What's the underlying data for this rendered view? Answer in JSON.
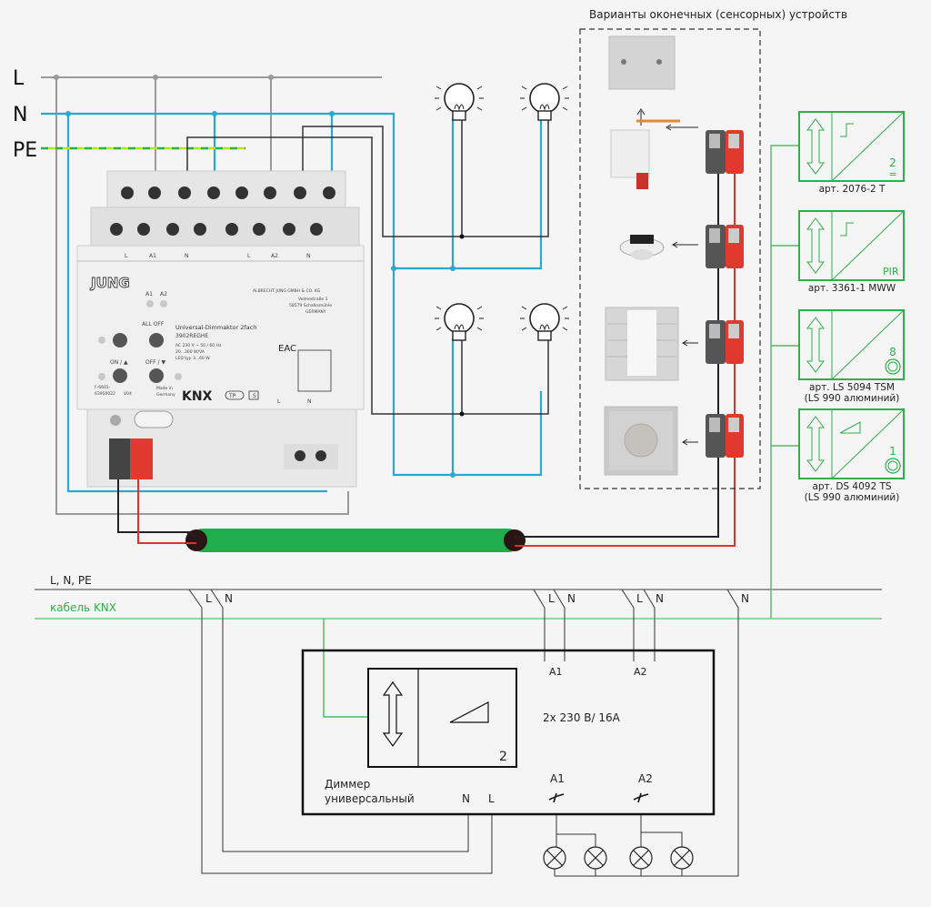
{
  "bus_labels": {
    "L": "L",
    "N": "N",
    "PE": "PE"
  },
  "devices_title": "Варианты оконечных (сенсорных) устройств",
  "actuator": {
    "brand": "JUNG",
    "terminal_labels": [
      "L",
      "A1",
      "N",
      "L",
      "A2",
      "N"
    ],
    "led_labels": [
      "A1",
      "A2"
    ],
    "manufacturer": [
      "ALBRECHT JUNG GMBH & CO. KG",
      "Volmestraße 1",
      "58579 Schalksmühle",
      "GERMANY"
    ],
    "product_name": "Universal-Dimmaktor 2fach",
    "product_code": "3902REGHE",
    "specs": [
      "AC 230 V ~   50 / 60 Hz",
      "20...300 W/VA",
      "LED typ 3...60 W"
    ],
    "buttons": [
      "ALL OFF",
      "ON / ▲",
      "OFF / ▼"
    ],
    "bottom_code": [
      "F-6601-",
      "63950022",
      "V04"
    ],
    "made_in": [
      "Made in",
      "Germany"
    ],
    "knx_logo": "KNX",
    "tp_badge": "TP",
    "s_badge": "S",
    "bottom_terminals": [
      "L",
      "N"
    ],
    "marks": "EAC"
  },
  "sensor_symbols": [
    {
      "article": "арт. 2076-2 T",
      "sub": "",
      "corner": "2",
      "corner2": "="
    },
    {
      "article": "арт. 3361-1 MWW",
      "sub": "",
      "corner": "PIR",
      "corner2": ""
    },
    {
      "article": "арт. LS 5094 TSM",
      "sub": "(LS 990 алюминий)",
      "corner": "8",
      "corner2": ""
    },
    {
      "article": "арт. DS 4092 TS",
      "sub": "(LS 990 алюминий)",
      "corner": "1",
      "corner2": ""
    }
  ],
  "schematic": {
    "power_bus": "L, N, PE",
    "knx_bus": "кабель KNX",
    "tap_labels": [
      "L",
      "N",
      "L",
      "N",
      "L",
      "N",
      "N"
    ],
    "inner_channel_count": "2",
    "rating": "2x 230 В/ 16А",
    "inputs": [
      "A1",
      "A2"
    ],
    "outputs": [
      "A1",
      "A2"
    ],
    "device_name": [
      "Диммер",
      "универсальный"
    ],
    "supply_labels": [
      "N",
      "L"
    ]
  },
  "colors": {
    "L": "#9a9a9a",
    "N": "#29a8d0",
    "PE": "#b7e22a",
    "knx": "#2db04b",
    "bus_red": "#e03030"
  }
}
